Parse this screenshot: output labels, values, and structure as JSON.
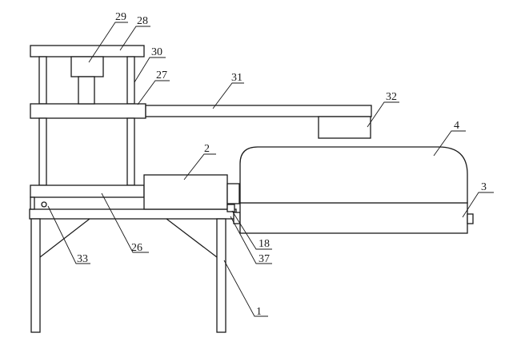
{
  "labels": {
    "l1": "1",
    "l2": "2",
    "l3": "3",
    "l4": "4",
    "l18": "18",
    "l26": "26",
    "l27": "27",
    "l28": "28",
    "l29": "29",
    "l30": "30",
    "l31": "31",
    "l32": "32",
    "l33": "33",
    "l37": "37"
  }
}
